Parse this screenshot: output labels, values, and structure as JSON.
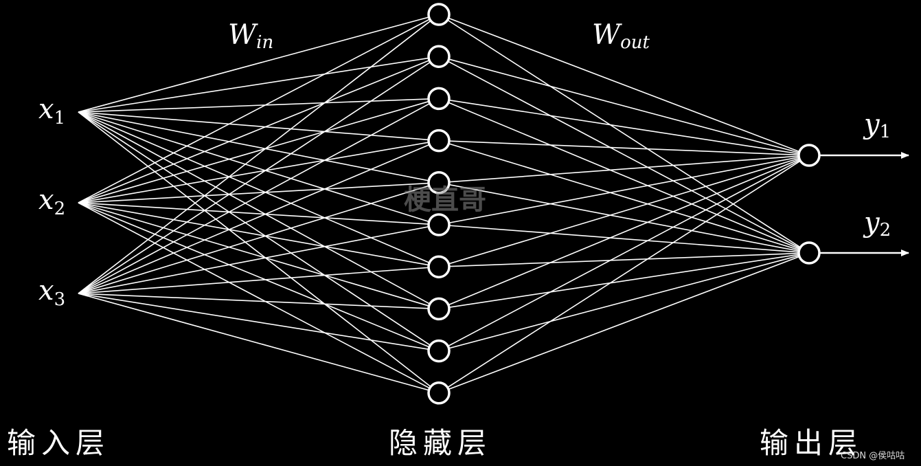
{
  "diagram": {
    "type": "fully-connected neural network",
    "colors": {
      "background": "#000000",
      "foreground": "#ffffff",
      "watermark": "#8a8a8a"
    },
    "input_layer": {
      "label": "输入层",
      "nodes": [
        {
          "name": "x",
          "sub": "1"
        },
        {
          "name": "x",
          "sub": "2"
        },
        {
          "name": "x",
          "sub": "3"
        }
      ]
    },
    "hidden_layer": {
      "label": "隐藏层",
      "node_count": 10
    },
    "output_layer": {
      "label": "输出层",
      "nodes": [
        {
          "name": "y",
          "sub": "1"
        },
        {
          "name": "y",
          "sub": "2"
        }
      ]
    },
    "weights": {
      "input": {
        "name": "W",
        "sub": "in"
      },
      "output": {
        "name": "W",
        "sub": "out"
      }
    },
    "connections": "every node connects to every node in the next layer"
  },
  "watermark": "梗直哥",
  "credit": "CSDN @侯咕咕"
}
